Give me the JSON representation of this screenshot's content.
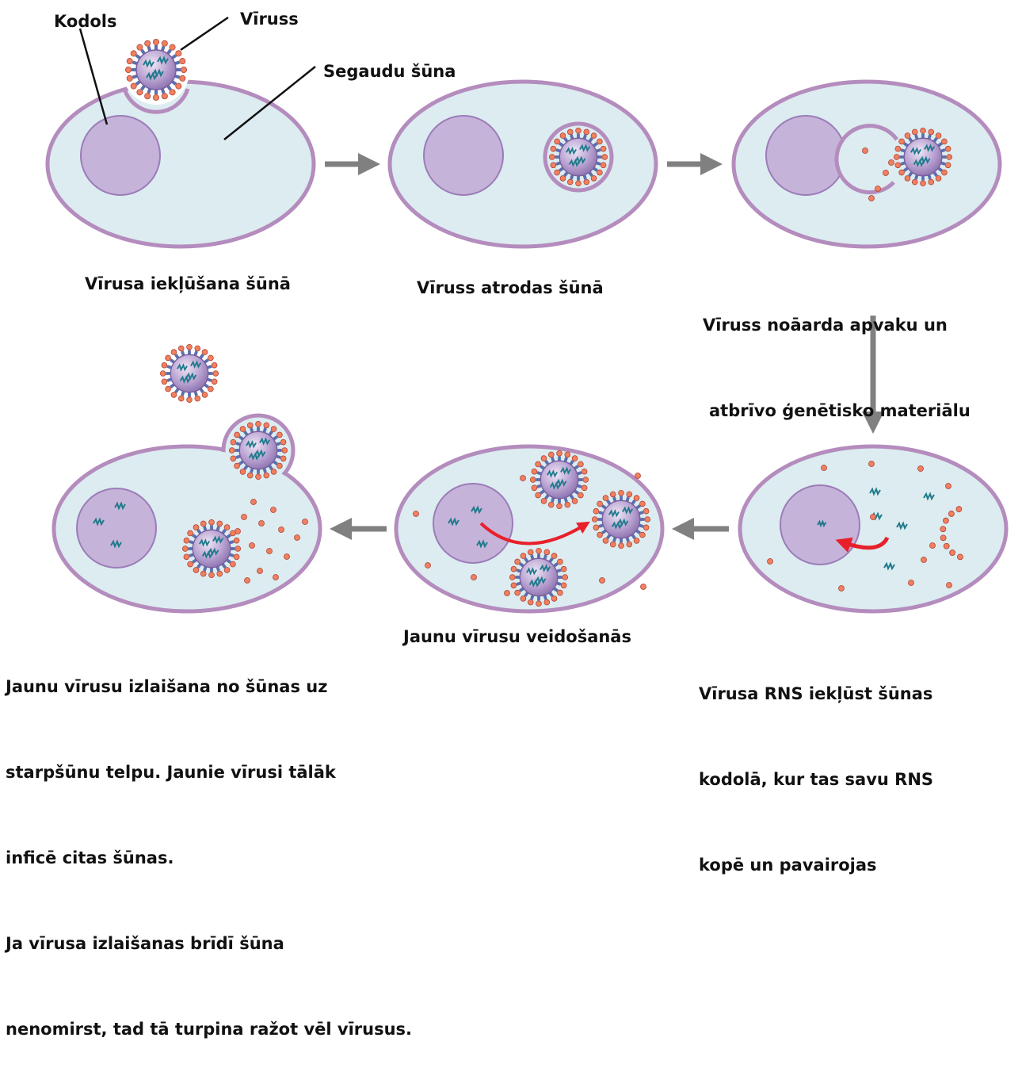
{
  "labels": {
    "nucleus": "Kodols",
    "virus": "Vīruss",
    "host_cell": "Segaudu šūna"
  },
  "captions": {
    "step1": "Vīrusa iekļūšana šūnā",
    "step2": "Vīruss atrodas šūnā",
    "step3_line1": "Vīruss noāarda apvaku un",
    "step3_line2": "atbrīvo ģenētisko materiālu",
    "step4_line1": "Vīrusa RNS iekļūst šūnas",
    "step4_line2": "kodolā, kur tas savu RNS",
    "step4_line3": "kopē un pavairojas",
    "step5": "Jaunu vīrusu veidošanās",
    "step6_line1": "Jaunu vīrusu izlaišana no šūnas uz",
    "step6_line2": "starpšūnu telpu. Jaunie vīrusi tālāk",
    "step6_line3": "inficē citas šūnas.",
    "step6_line4": "Ja vīrusa izlaišanas brīdī šūna",
    "step6_line5": "nenomirst, tad tā turpina ražot vēl vīrusus."
  },
  "colors": {
    "cytoplasm": "#dcecf0",
    "membrane": "#b48cbd",
    "nucleus": "#c6b3d9",
    "nucleus_edge": "#9b7cb9",
    "arrow": "#808080",
    "rna": "#1f7a8c",
    "spike_ball": "#f08060",
    "spike_stem": "#5a6fae",
    "red_arrow": "#e8202a"
  }
}
